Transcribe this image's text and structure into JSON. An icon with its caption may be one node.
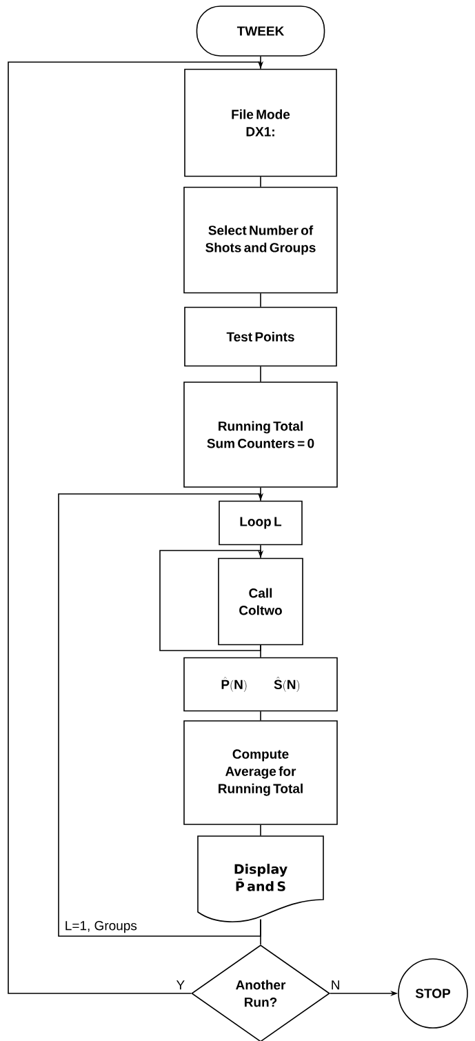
{
  "diagram": {
    "nodes": [
      {
        "text": [
          "TWEEK"
        ]
      },
      {
        "text": [
          "File Mode DX1:"
        ]
      },
      {
        "text": [
          "Select Number of Shots and Groups"
        ]
      },
      {
        "text": [
          "Test Points"
        ]
      },
      {
        "text": [
          "Running Total Sum Counters = 0"
        ]
      },
      {
        "text": [
          "Loop L"
        ]
      },
      {
        "text": [
          "Call Coltwo"
        ]
      },
      {
        "text": [
          "\\hat{\\mathbf{P}}(\\mathbf{N})\\qquad\\hat{\\mathbf{S}}(\\mathbf{N})"
        ]
      },
      {
        "text": [
          "Compute Average for Running Total"
        ]
      },
      {
        "text": [
          "Display P̄ and S"
        ]
      },
      {
        "text": [
          "Another Run?"
        ]
      },
      {
        "text": [
          "STOP"
        ]
      }
    ],
    "edges": [
      {
        "from": 0,
        "to": 1,
        "arrow": "none"
      },
      {
        "from": 1,
        "to": 2,
        "arrow": "none"
      },
      {
        "from": 2,
        "to": 3,
        "arrow": "none"
      },
      {
        "from": 3,
        "to": 4,
        "arrow": "none"
      },
      {
        "from": 4,
        "to": 5,
        "arrow": "none"
      },
      {
        "from": 5,
        "to": 6,
        "arrow": "none"
      },
      {
        "from": 6,
        "to": 7,
        "arrow": "none"
      },
      {
        "from": 7,
        "to": 8,
        "arrow": "none"
      },
      {
        "from": 8,
        "to": 9,
        "arrow": "none"
      },
      {
        "from": 9,
        "to": 10,
        "arrow": "none"
      },
      {
        "from": 9,
        "to": 5,
        "arrow": "to",
        "label": "L=1, Groups"
      },
      {
        "from": 6,
        "to": 6,
        "arrow": "to"
      },
      {
        "from": 10,
        "to": 1,
        "arrow": "to",
        "label": "Y"
      },
      {
        "from": 10,
        "to": 11,
        "arrow": "to",
        "label": "N"
      }
    ]
  }
}
